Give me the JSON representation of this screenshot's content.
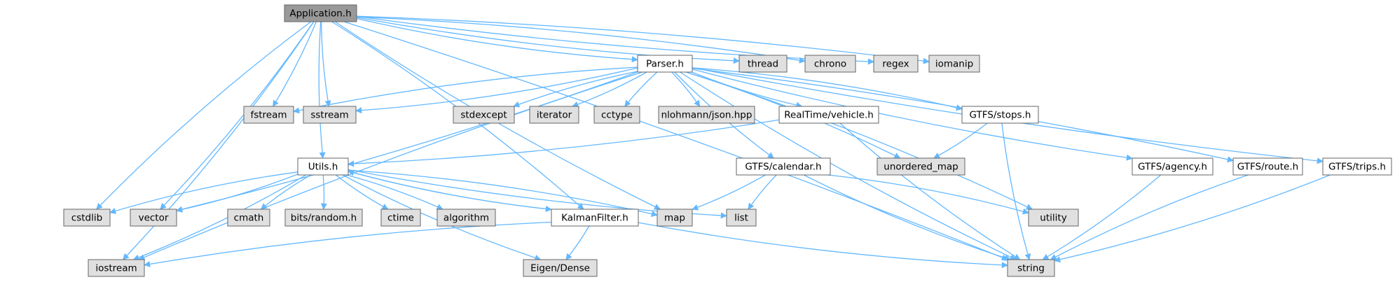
{
  "title": "",
  "colors": {
    "edge": "#63b8ff",
    "root_fill": "#999999",
    "header_fill": "#ffffff",
    "system_fill": "#e0e0e0",
    "border": "#666666"
  },
  "nodes": {
    "application_h": {
      "label": "Application.h",
      "kind": "root"
    },
    "thread": {
      "label": "thread",
      "kind": "system"
    },
    "chrono": {
      "label": "chrono",
      "kind": "system"
    },
    "regex": {
      "label": "regex",
      "kind": "system"
    },
    "iomanip": {
      "label": "iomanip",
      "kind": "system"
    },
    "parser_h": {
      "label": "Parser.h",
      "kind": "header"
    },
    "fstream": {
      "label": "fstream",
      "kind": "system"
    },
    "sstream": {
      "label": "sstream",
      "kind": "system"
    },
    "stdexcept": {
      "label": "stdexcept",
      "kind": "system"
    },
    "iterator": {
      "label": "iterator",
      "kind": "system"
    },
    "cctype": {
      "label": "cctype",
      "kind": "system"
    },
    "nlohmann_json": {
      "label": "nlohmann/json.hpp",
      "kind": "system"
    },
    "realtime_vehicle": {
      "label": "RealTime/vehicle.h",
      "kind": "header"
    },
    "gtfs_stops": {
      "label": "GTFS/stops.h",
      "kind": "header"
    },
    "utils_h": {
      "label": "Utils.h",
      "kind": "header"
    },
    "unordered_map": {
      "label": "unordered_map",
      "kind": "system"
    },
    "gtfs_calendar": {
      "label": "GTFS/calendar.h",
      "kind": "header"
    },
    "gtfs_agency": {
      "label": "GTFS/agency.h",
      "kind": "header"
    },
    "gtfs_route": {
      "label": "GTFS/route.h",
      "kind": "header"
    },
    "gtfs_trips": {
      "label": "GTFS/trips.h",
      "kind": "header"
    },
    "cstdlib": {
      "label": "cstdlib",
      "kind": "system"
    },
    "vector": {
      "label": "vector",
      "kind": "system"
    },
    "cmath": {
      "label": "cmath",
      "kind": "system"
    },
    "bits_random": {
      "label": "bits/random.h",
      "kind": "system"
    },
    "ctime": {
      "label": "ctime",
      "kind": "system"
    },
    "algorithm": {
      "label": "algorithm",
      "kind": "system"
    },
    "kalman": {
      "label": "KalmanFilter.h",
      "kind": "header"
    },
    "map": {
      "label": "map",
      "kind": "system"
    },
    "list": {
      "label": "list",
      "kind": "system"
    },
    "utility": {
      "label": "utility",
      "kind": "system"
    },
    "iostream": {
      "label": "iostream",
      "kind": "system"
    },
    "eigen_dense": {
      "label": "Eigen/Dense",
      "kind": "system"
    },
    "string": {
      "label": "string",
      "kind": "system"
    }
  },
  "edges": [
    [
      "application_h",
      "thread"
    ],
    [
      "application_h",
      "chrono"
    ],
    [
      "application_h",
      "regex"
    ],
    [
      "application_h",
      "iomanip"
    ],
    [
      "application_h",
      "parser_h"
    ],
    [
      "application_h",
      "fstream"
    ],
    [
      "application_h",
      "sstream"
    ],
    [
      "application_h",
      "iostream"
    ],
    [
      "application_h",
      "cstdlib"
    ],
    [
      "application_h",
      "vector"
    ],
    [
      "application_h",
      "utils_h"
    ],
    [
      "application_h",
      "kalman"
    ],
    [
      "application_h",
      "map"
    ],
    [
      "application_h",
      "string"
    ],
    [
      "parser_h",
      "fstream"
    ],
    [
      "parser_h",
      "sstream"
    ],
    [
      "parser_h",
      "stdexcept"
    ],
    [
      "parser_h",
      "iterator"
    ],
    [
      "parser_h",
      "cctype"
    ],
    [
      "parser_h",
      "nlohmann_json"
    ],
    [
      "parser_h",
      "realtime_vehicle"
    ],
    [
      "parser_h",
      "gtfs_stops"
    ],
    [
      "parser_h",
      "gtfs_calendar"
    ],
    [
      "parser_h",
      "unordered_map"
    ],
    [
      "parser_h",
      "gtfs_agency"
    ],
    [
      "parser_h",
      "gtfs_route"
    ],
    [
      "parser_h",
      "gtfs_trips"
    ],
    [
      "parser_h",
      "utility"
    ],
    [
      "parser_h",
      "string"
    ],
    [
      "parser_h",
      "vector"
    ],
    [
      "parser_h",
      "iostream"
    ],
    [
      "realtime_vehicle",
      "utils_h"
    ],
    [
      "realtime_vehicle",
      "string"
    ],
    [
      "gtfs_stops",
      "unordered_map"
    ],
    [
      "gtfs_stops",
      "string"
    ],
    [
      "gtfs_calendar",
      "map"
    ],
    [
      "gtfs_calendar",
      "list"
    ],
    [
      "gtfs_calendar",
      "utility"
    ],
    [
      "gtfs_calendar",
      "string"
    ],
    [
      "gtfs_agency",
      "string"
    ],
    [
      "gtfs_route",
      "string"
    ],
    [
      "gtfs_trips",
      "string"
    ],
    [
      "utils_h",
      "cstdlib"
    ],
    [
      "utils_h",
      "vector"
    ],
    [
      "utils_h",
      "cmath"
    ],
    [
      "utils_h",
      "bits_random"
    ],
    [
      "utils_h",
      "ctime"
    ],
    [
      "utils_h",
      "algorithm"
    ],
    [
      "utils_h",
      "kalman"
    ],
    [
      "utils_h",
      "map"
    ],
    [
      "utils_h",
      "list"
    ],
    [
      "utils_h",
      "iostream"
    ],
    [
      "utils_h",
      "eigen_dense"
    ],
    [
      "kalman",
      "utils_h"
    ],
    [
      "kalman",
      "iostream"
    ],
    [
      "kalman",
      "eigen_dense"
    ],
    [
      "kalman",
      "string"
    ]
  ]
}
